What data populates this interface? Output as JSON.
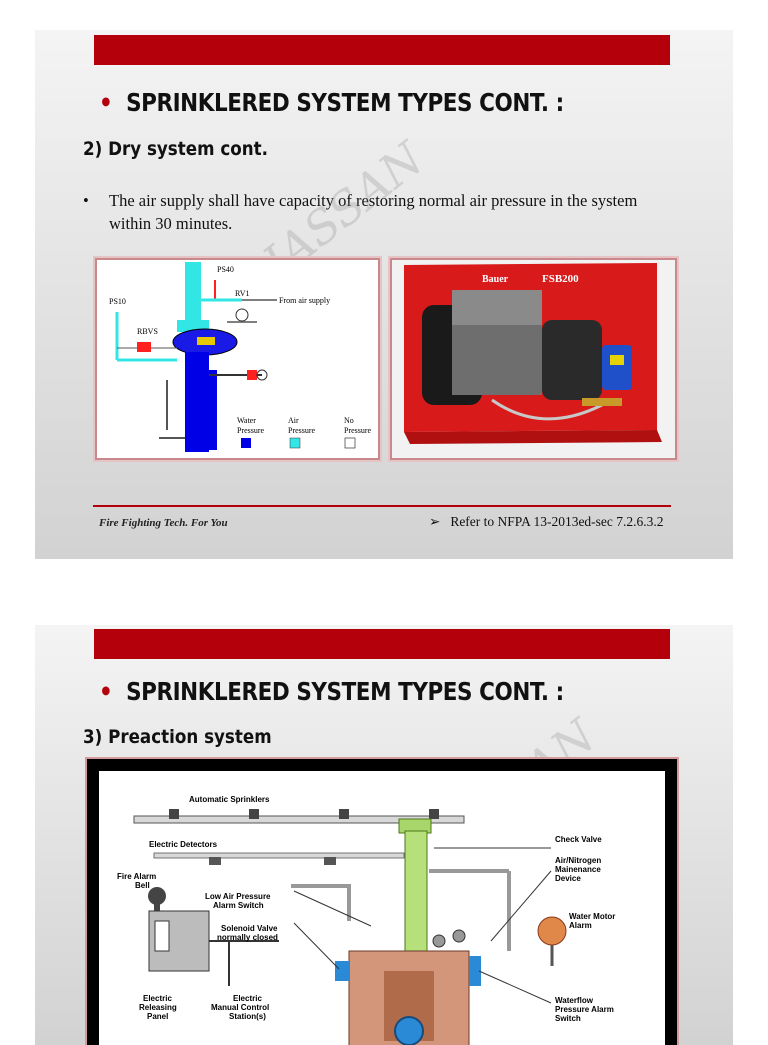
{
  "slide1": {
    "title": "SPRINKLERED SYSTEM TYPES CONT. :",
    "subtitle": "2)   Dry system cont.",
    "bullet": "The air supply shall have capacity of restoring normal air pressure in the system within 30 minutes.",
    "watermark": "HASSAN",
    "diagram_labels": {
      "ps40": "PS40",
      "ps10": "PS10",
      "rv1": "RV1",
      "rbvs": "RBVS",
      "from_air": "From air supply",
      "legend_water": [
        "Water",
        "Pressure"
      ],
      "legend_air": [
        "Air",
        "Pressure"
      ],
      "legend_none": [
        "No",
        "Pressure"
      ]
    },
    "photo_labels": {
      "brand": "Bauer",
      "model": "FSB200"
    },
    "footer_left": "Fire Fighting Tech. For You",
    "footer_right": "Refer to NFPA 13-2013ed-sec 7.2.6.3.2"
  },
  "slide2": {
    "title": "SPRINKLERED SYSTEM TYPES CONT. :",
    "subtitle": "3)   Preaction  system",
    "watermark": "SAN",
    "diagram_labels": {
      "automatic_sprinklers": "Automatic Sprinklers",
      "electric_detectors": "Electric Detectors",
      "fire_alarm_bell": [
        "Fire Alarm",
        "Bell"
      ],
      "low_air": [
        "Low Air Pressure",
        "Alarm Switch"
      ],
      "solenoid": [
        "Solenoid Valve",
        "normally closed"
      ],
      "electric_releasing": [
        "Electric",
        "Releasing",
        "Panel"
      ],
      "electric_manual": [
        "Electric",
        "Manual Control",
        "Station(s)"
      ],
      "check_valve": "Check Valve",
      "air_nitrogen": [
        "Air/Nitrogen",
        "Mainenance",
        "Device"
      ],
      "water_motor": [
        "Water Motor",
        "Alarm"
      ],
      "waterflow": [
        "Waterflow",
        "Pressure Alarm",
        "Switch"
      ]
    }
  },
  "colors": {
    "accent_red": "#b3000b",
    "water_blue": "#0000e6",
    "air_cyan": "#33e6e6"
  }
}
